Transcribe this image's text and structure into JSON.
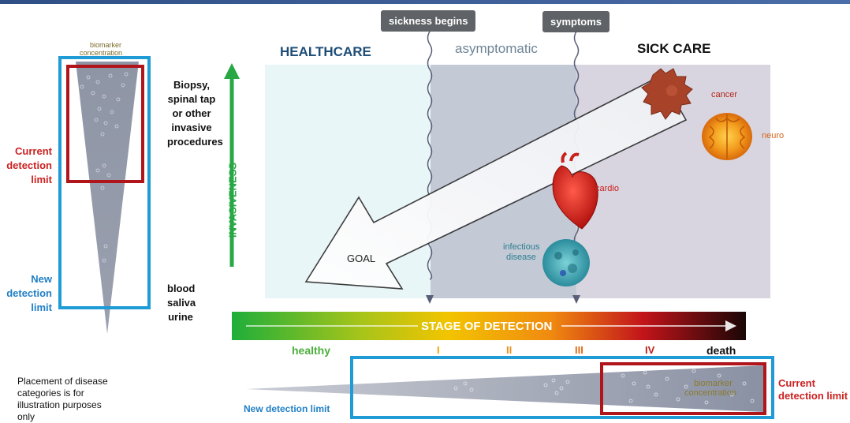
{
  "header": {
    "healthcare": "HEALTHCARE",
    "asymptomatic": "asymptomatic",
    "sick_care": "SICK CARE"
  },
  "callouts": {
    "sickness_begins": "sickness begins",
    "symptoms": "symptoms"
  },
  "axes": {
    "y_label": "INVASIVENESS",
    "x_label": "STAGE OF DETECTION"
  },
  "stages": [
    "healthy",
    "I",
    "II",
    "III",
    "IV",
    "death"
  ],
  "goal": "GOAL",
  "diseases": {
    "cancer": "cancer",
    "neuro": "neuro",
    "cardio": "cardio",
    "infectious_line1": "infectious",
    "infectious_line2": "disease"
  },
  "left_panel": {
    "biomarker_line1": "biomarker",
    "biomarker_line2": "concentration",
    "invasive": [
      "Biopsy,",
      "spinal tap",
      "or other",
      "invasive",
      "procedures"
    ],
    "current_limit": [
      "Current",
      "detection",
      "limit"
    ],
    "new_limit": [
      "New",
      "detection",
      "limit"
    ],
    "fluids": [
      "blood",
      "saliva",
      "urine"
    ]
  },
  "bottom_panel": {
    "biomarker_line1": "biomarker",
    "biomarker_line2": "concentration",
    "current_limit": [
      "Current",
      "detection limit"
    ],
    "new_limit": "New detection limit"
  },
  "footnote": [
    "Placement of disease",
    "categories is for",
    "illustration purposes",
    "only"
  ],
  "colors": {
    "green": "#27a844",
    "blue_box": "#1f9bd6",
    "red_box": "#b0151c",
    "header_blue": "#1e4e78",
    "stage_gold": "#f0a500",
    "stage_orange": "#e8771b",
    "stage_red": "#c0201a"
  }
}
